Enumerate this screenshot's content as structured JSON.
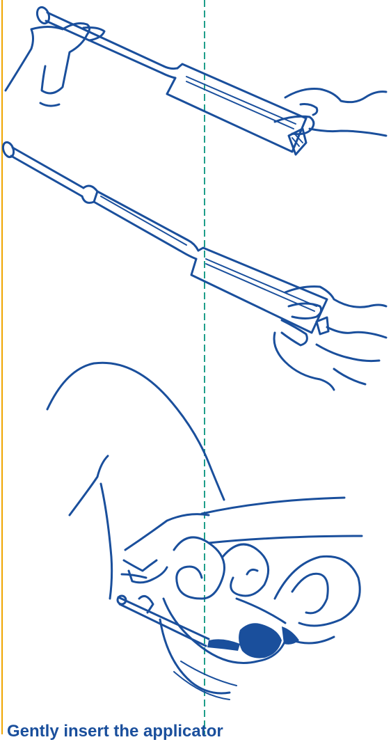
{
  "colors": {
    "ink": "#1a4f9c",
    "margin_line": "#f0a500",
    "guide_line": "#1f9e8a",
    "background": "#ffffff"
  },
  "steps": [
    {
      "id": "step-1",
      "illustration": "hands-holding-applicator-plunger-extended"
    },
    {
      "id": "step-2",
      "illustration": "hands-holding-filled-applicator"
    },
    {
      "id": "step-3",
      "illustration": "applicator-inserted-cross-section"
    }
  ],
  "caption": "Gently insert the applicator"
}
